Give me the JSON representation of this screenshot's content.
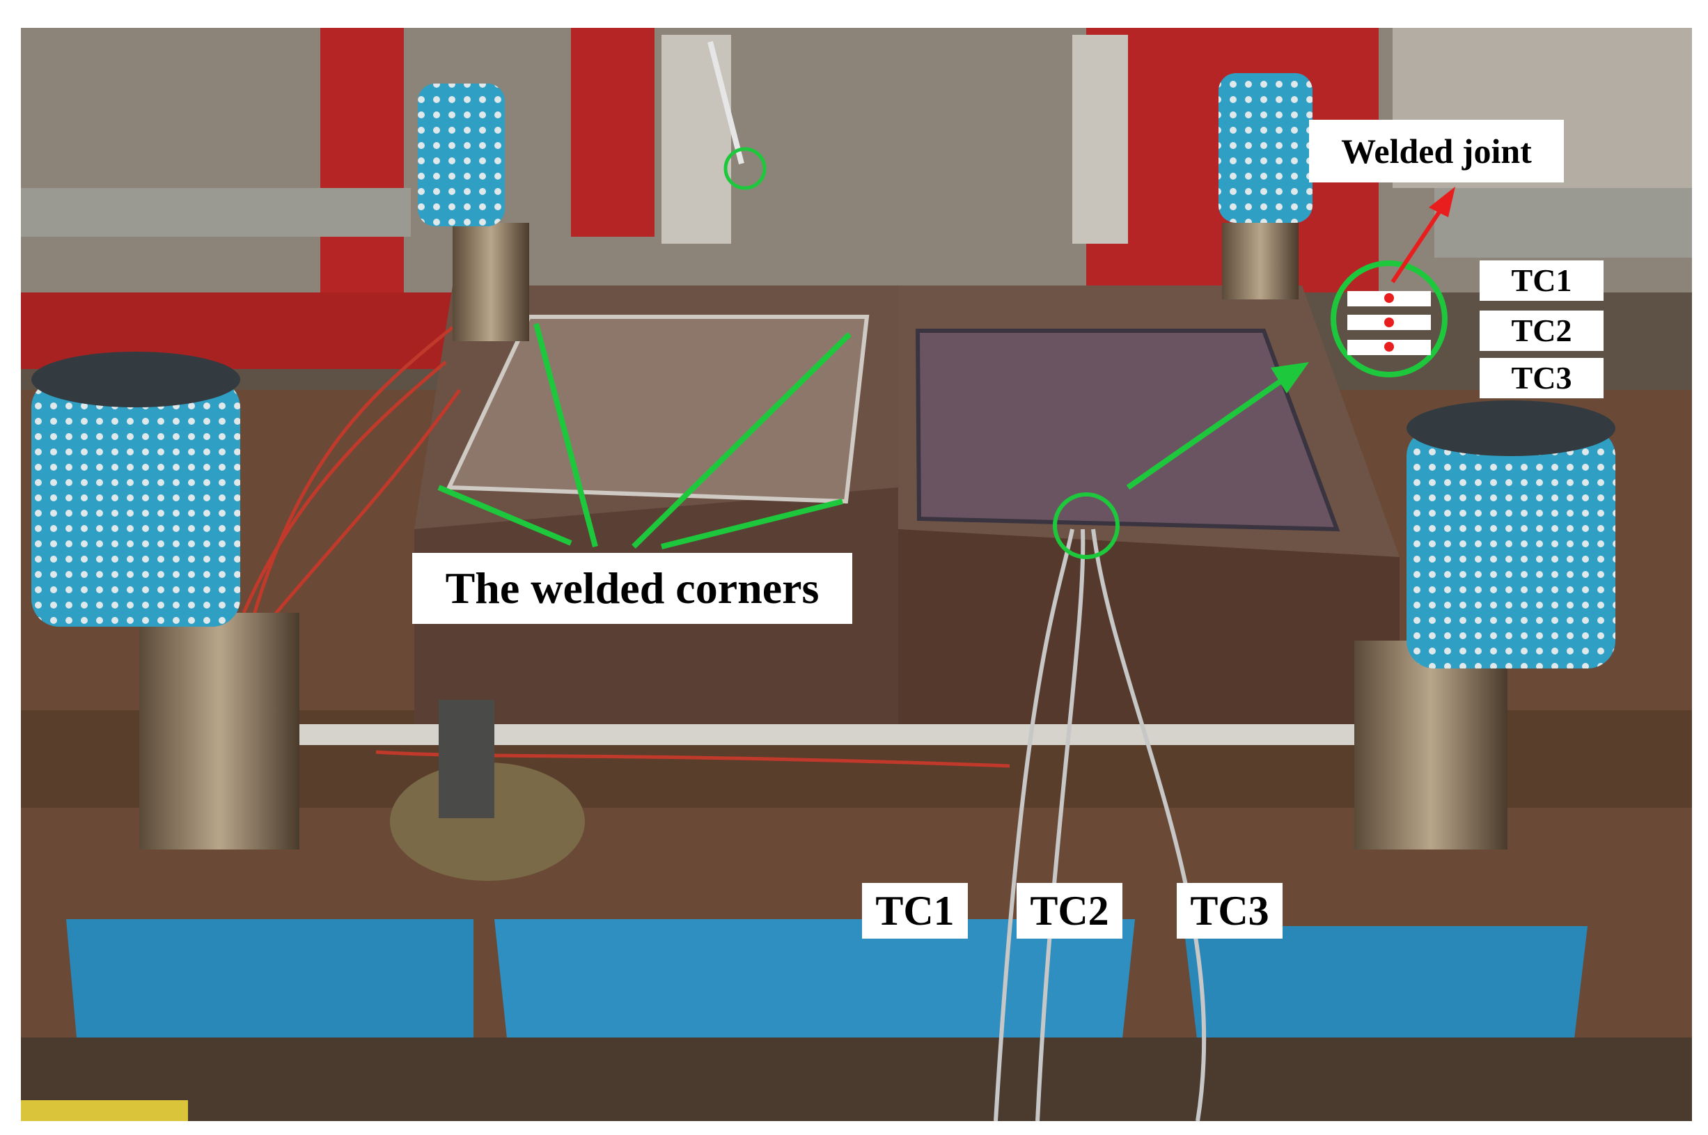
{
  "labels": {
    "welded_joint": "Welded joint",
    "welded_corners": "The welded corners",
    "inset_thermocouples": [
      "TC1",
      "TC2",
      "TC3"
    ],
    "wire_thermocouples": [
      "TC1",
      "TC2",
      "TC3"
    ]
  },
  "colors": {
    "annotation_green": "#1ec83c",
    "annotation_red": "#e81e1e",
    "tooling_blue": "#2a88b8",
    "rust": "#6e4530",
    "label_background": "#ffffff",
    "label_text": "#000000"
  }
}
